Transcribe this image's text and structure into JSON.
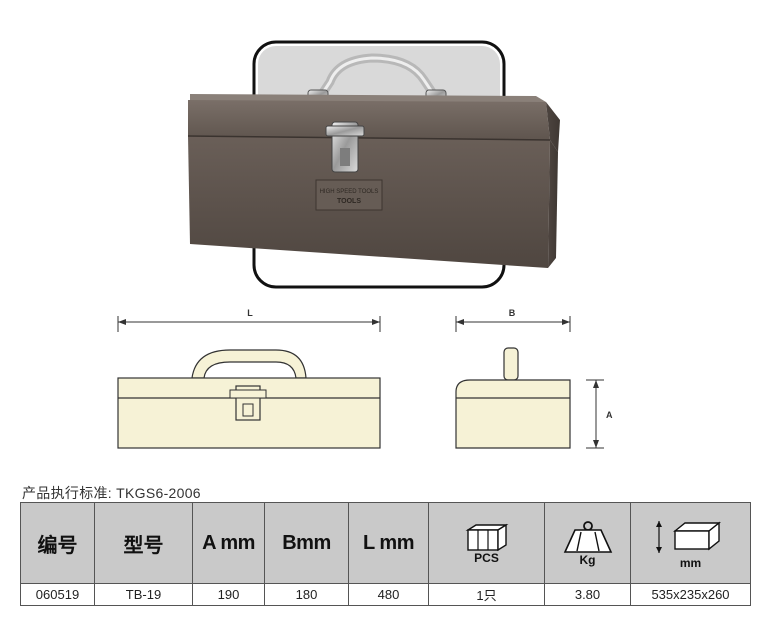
{
  "product": {
    "emblem_text": "HIGH SPEED TOOLS"
  },
  "dimensions": {
    "length_label": "L",
    "width_label": "B",
    "height_label": "A"
  },
  "standard": "产品执行标准: TKGS6-2006",
  "table": {
    "headers": {
      "code": "编号",
      "model": "型号",
      "a": "A mm",
      "b": "Bmm",
      "l": "L mm",
      "pcs": "PCS",
      "kg": "Kg",
      "package": "mm"
    },
    "rows": [
      {
        "code": "060519",
        "model": "TB-19",
        "a": "190",
        "b": "180",
        "l": "480",
        "pcs": "1只",
        "kg": "3.80",
        "package": "535x235x260"
      }
    ]
  },
  "colors": {
    "box_body": "#5e534c",
    "box_lid": "#6c615a",
    "drawing_fill": "#f6f2d6",
    "header_bg": "#c9c9c9"
  }
}
